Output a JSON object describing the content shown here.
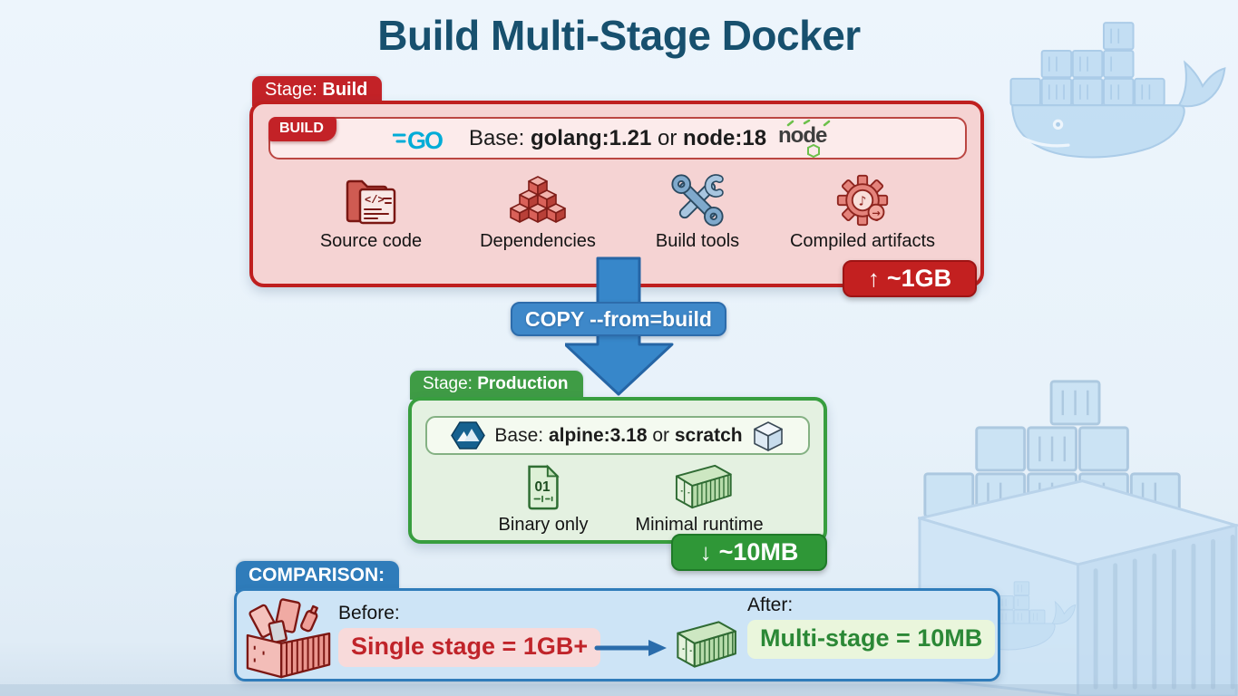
{
  "title": "Build Multi-Stage Docker",
  "colors": {
    "title_teal": "#17506e",
    "build_red": "#c32227",
    "production_green": "#3f9c45",
    "comparison_blue": "#2f7cba",
    "arrow_blue": "#3787ca",
    "go_cyan": "#00acd7",
    "node_green": "#6cc04a"
  },
  "build_stage": {
    "tab_prefix": "Stage: ",
    "tab_name": "Build",
    "badge": "BUILD",
    "go_text": "GO",
    "node_text": "node",
    "base_prefix": "Base: ",
    "base_image1": "golang:1.21",
    "base_or": " or ",
    "base_image2": "node:18",
    "items": [
      {
        "icon": "folder-code-icon",
        "label": "Source code"
      },
      {
        "icon": "cubes-icon",
        "label": "Dependencies"
      },
      {
        "icon": "crossed-tools-icon",
        "label": "Build tools"
      },
      {
        "icon": "gear-artifact-icon",
        "label": "Compiled artifacts"
      }
    ],
    "size_arrow": "↑",
    "size_label": "~1GB"
  },
  "copy_step": {
    "label": "COPY --from=build"
  },
  "production_stage": {
    "tab_prefix": "Stage: ",
    "tab_name": "Production",
    "base_prefix": "Base: ",
    "base_image1": "alpine:3.18",
    "base_or": " or ",
    "base_image2": "scratch",
    "binary_glyph": "01",
    "items": [
      {
        "icon": "binary-file-icon",
        "label": "Binary only"
      },
      {
        "icon": "shipping-container-icon",
        "label": "Minimal runtime"
      }
    ],
    "size_arrow": "↓",
    "size_label": "~10MB"
  },
  "comparison": {
    "tab": "COMPARISON:",
    "before_label": "Before:",
    "before_value": "Single stage = 1GB+",
    "after_label": "After:",
    "after_value": "Multi-stage = 10MB"
  }
}
